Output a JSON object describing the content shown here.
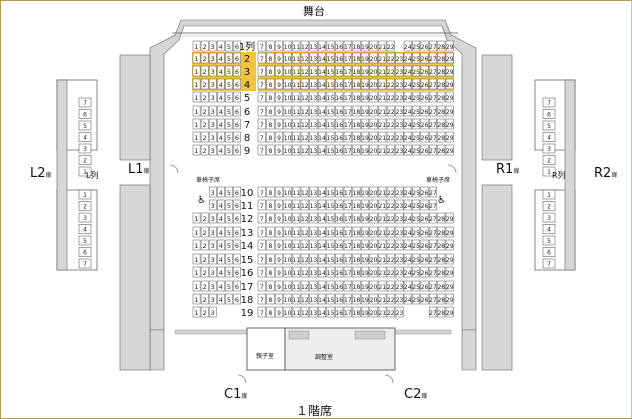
{
  "title_stage": "舞台",
  "title_floor": "１階席",
  "doors": {
    "L1": "L1",
    "L2": "L2",
    "R1": "R1",
    "R2": "R2",
    "C1": "C1",
    "C2": "C2",
    "suffix": "扉"
  },
  "aisle_labels": {
    "L_row": "L列",
    "R_row": "R列"
  },
  "wheelchair_label": "車椅子席",
  "room_parent_child": "親子室",
  "room_control": "調整室",
  "rows": [
    {
      "label": "1",
      "left": [
        1,
        2,
        3,
        4,
        5,
        6
      ],
      "center": [
        7,
        8,
        9,
        10,
        11,
        12,
        13,
        14,
        15,
        16,
        17,
        18,
        19,
        20,
        21,
        22
      ],
      "right": [
        24,
        25,
        26,
        27,
        28,
        29
      ],
      "highlight": false,
      "suffix": "列"
    },
    {
      "label": "2",
      "left": [
        1,
        2,
        3,
        4,
        5,
        6
      ],
      "center": [
        7,
        8,
        9,
        10,
        11,
        12,
        13,
        14,
        15,
        16,
        17,
        18,
        19,
        20,
        21,
        22,
        23
      ],
      "right": [
        24,
        25,
        26,
        27,
        28,
        29
      ],
      "highlight": true
    },
    {
      "label": "3",
      "left": [
        1,
        2,
        3,
        4,
        5,
        6
      ],
      "center": [
        7,
        8,
        9,
        10,
        11,
        12,
        13,
        14,
        15,
        16,
        17,
        18,
        19,
        20,
        21,
        22,
        23
      ],
      "right": [
        24,
        25,
        26,
        27,
        28,
        29
      ],
      "highlight": true
    },
    {
      "label": "4",
      "left": [
        1,
        2,
        3,
        4,
        5,
        6
      ],
      "center": [
        7,
        8,
        9,
        10,
        11,
        12,
        13,
        14,
        15,
        16,
        17,
        18,
        19,
        20,
        21,
        22,
        23
      ],
      "right": [
        24,
        25,
        26,
        27,
        28,
        29
      ],
      "highlight": true
    },
    {
      "label": "5",
      "left": [
        1,
        2,
        3,
        4,
        5,
        6
      ],
      "center": [
        7,
        8,
        9,
        10,
        11,
        12,
        13,
        14,
        15,
        16,
        17,
        18,
        19,
        20,
        21,
        22,
        23
      ],
      "right": [
        24,
        25,
        26,
        27,
        28,
        29
      ],
      "highlight": false
    },
    {
      "label": "6",
      "left": [
        1,
        2,
        3,
        4,
        5,
        6
      ],
      "center": [
        7,
        8,
        9,
        10,
        11,
        12,
        13,
        14,
        15,
        16,
        17,
        18,
        19,
        20,
        21,
        22,
        23
      ],
      "right": [
        24,
        25,
        26,
        27,
        28,
        29
      ],
      "highlight": false
    },
    {
      "label": "7",
      "left": [
        1,
        2,
        3,
        4,
        5,
        6
      ],
      "center": [
        7,
        8,
        9,
        10,
        11,
        12,
        13,
        14,
        15,
        16,
        17,
        18,
        19,
        20,
        21,
        22,
        23
      ],
      "right": [
        24,
        25,
        26,
        27,
        28,
        29
      ],
      "highlight": false
    },
    {
      "label": "8",
      "left": [
        1,
        2,
        3,
        4,
        5,
        6
      ],
      "center": [
        7,
        8,
        9,
        10,
        11,
        12,
        13,
        14,
        15,
        16,
        17,
        18,
        19,
        20,
        21,
        22,
        23
      ],
      "right": [
        24,
        25,
        26,
        27,
        28,
        29
      ],
      "highlight": false
    },
    {
      "label": "9",
      "left": [
        1,
        2,
        3,
        4,
        5,
        6
      ],
      "center": [
        7,
        8,
        9,
        10,
        11,
        12,
        13,
        14,
        15,
        16,
        17,
        18,
        19,
        20,
        21,
        22,
        23
      ],
      "right": [
        24,
        25,
        26,
        27,
        28,
        29
      ],
      "highlight": false
    },
    {
      "label": "10",
      "left": [
        3,
        4,
        5,
        6
      ],
      "center": [
        7,
        8,
        9,
        10,
        11,
        12,
        13,
        14,
        15,
        16,
        17,
        18,
        19,
        20,
        21,
        22,
        23
      ],
      "right": [
        24,
        25,
        26,
        27
      ],
      "highlight": false
    },
    {
      "label": "11",
      "left": [
        3,
        4,
        5,
        6
      ],
      "center": [
        7,
        8,
        9,
        10,
        11,
        12,
        13,
        14,
        15,
        16,
        17,
        18,
        19,
        20,
        21,
        22,
        23
      ],
      "right": [
        24,
        25,
        26,
        27
      ],
      "highlight": false
    },
    {
      "label": "12",
      "left": [
        1,
        2,
        3,
        4,
        5,
        6
      ],
      "center": [
        7,
        8,
        9,
        10,
        11,
        12,
        13,
        14,
        15,
        16,
        17,
        18,
        19,
        20,
        21,
        22,
        23
      ],
      "right": [
        24,
        25,
        26,
        27,
        28,
        29
      ],
      "highlight": false
    },
    {
      "label": "13",
      "left": [
        1,
        2,
        3,
        4,
        5,
        6
      ],
      "center": [
        7,
        8,
        9,
        10,
        11,
        12,
        13,
        14,
        15,
        16,
        17,
        18,
        19,
        20,
        21,
        22,
        23
      ],
      "right": [
        24,
        25,
        26,
        27,
        28,
        29
      ],
      "highlight": false
    },
    {
      "label": "14",
      "left": [
        1,
        2,
        3,
        4,
        5,
        6
      ],
      "center": [
        7,
        8,
        9,
        10,
        11,
        12,
        13,
        14,
        15,
        16,
        17,
        18,
        19,
        20,
        21,
        22,
        23
      ],
      "right": [
        24,
        25,
        26,
        27,
        28,
        29
      ],
      "highlight": false
    },
    {
      "label": "15",
      "left": [
        1,
        2,
        3,
        4,
        5,
        6
      ],
      "center": [
        7,
        8,
        9,
        10,
        11,
        12,
        13,
        14,
        15,
        16,
        17,
        18,
        19,
        20,
        21,
        22,
        23
      ],
      "right": [
        24,
        25,
        26,
        27,
        28,
        29
      ],
      "highlight": false
    },
    {
      "label": "16",
      "left": [
        1,
        2,
        3,
        4,
        5,
        6
      ],
      "center": [
        7,
        8,
        9,
        10,
        11,
        12,
        13,
        14,
        15,
        16,
        17,
        18,
        19,
        20,
        21,
        22,
        23
      ],
      "right": [
        24,
        25,
        26,
        27,
        28,
        29
      ],
      "highlight": false
    },
    {
      "label": "17",
      "left": [
        1,
        2,
        3,
        4,
        5,
        6
      ],
      "center": [
        7,
        8,
        9,
        10,
        11,
        12,
        13,
        14,
        15,
        16,
        17,
        18,
        19,
        20,
        21,
        22,
        23
      ],
      "right": [
        24,
        25,
        26,
        27,
        28,
        29
      ],
      "highlight": false
    },
    {
      "label": "18",
      "left": [
        1,
        2,
        3,
        4,
        5,
        6
      ],
      "center": [
        7,
        8,
        9,
        10,
        11,
        12,
        13,
        14,
        15,
        16,
        17,
        18,
        19,
        20,
        21,
        22,
        23
      ],
      "right": [
        24,
        25,
        26,
        27,
        28,
        29
      ],
      "highlight": false
    },
    {
      "label": "19",
      "left": [
        1,
        2,
        3
      ],
      "center": [
        7,
        8,
        9,
        10,
        11,
        12,
        13,
        14,
        15,
        16,
        17,
        18,
        19,
        20,
        21,
        22,
        23
      ],
      "right": [
        27,
        28,
        29
      ],
      "highlight": false
    }
  ],
  "side_boxes": {
    "L": [
      "7",
      "6",
      "5",
      "4",
      "3",
      "2",
      "1",
      "",
      "1",
      "2",
      "3",
      "4",
      "5",
      "6",
      "7"
    ],
    "R": [
      "7",
      "6",
      "5",
      "4",
      "3",
      "2",
      "1",
      "",
      "1",
      "2",
      "3",
      "4",
      "5",
      "6",
      "7"
    ]
  },
  "colors": {
    "highlight": "#f2c43b",
    "wall": "#d6d6d6",
    "border": "#b49a4a"
  }
}
